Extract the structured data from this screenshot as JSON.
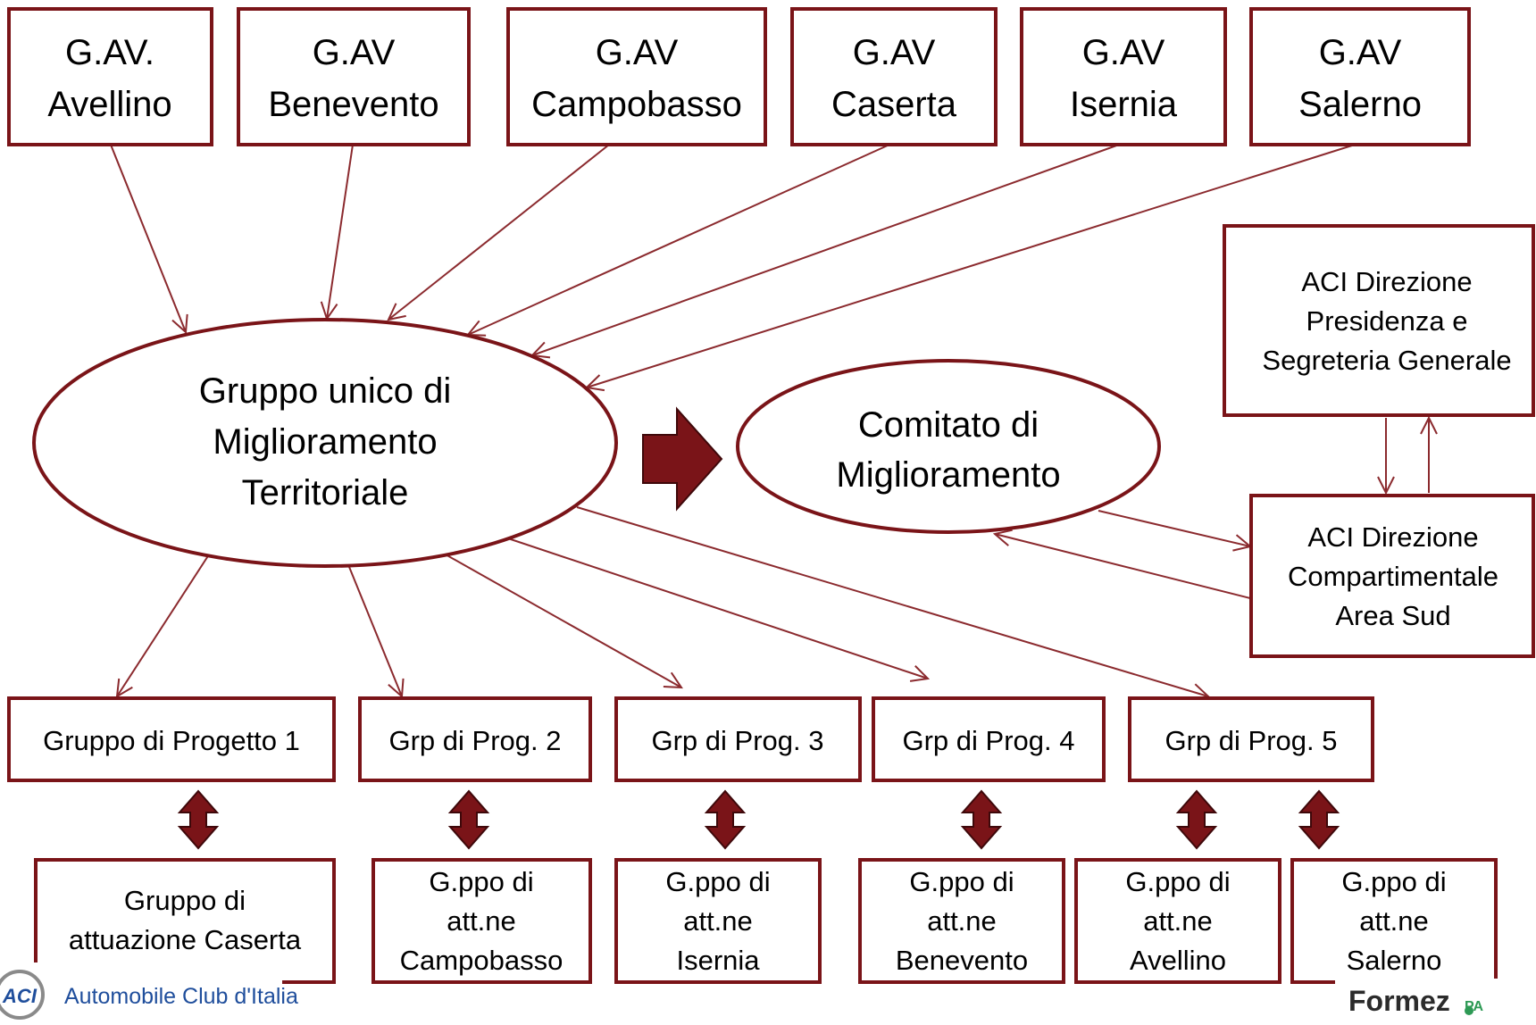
{
  "colors": {
    "accent": "#7a1418",
    "connector": "#8b2a2e",
    "logo_blue": "#1f4e9c",
    "formez_green": "#2e9a55"
  },
  "gav_boxes": [
    {
      "id": "avellino",
      "lines": [
        "G.AV.",
        "Avellino"
      ]
    },
    {
      "id": "benevento",
      "lines": [
        "G.AV",
        "Benevento"
      ]
    },
    {
      "id": "campobasso",
      "lines": [
        "G.AV",
        "Campobasso"
      ]
    },
    {
      "id": "caserta",
      "lines": [
        "G.AV",
        "Caserta"
      ]
    },
    {
      "id": "isernia",
      "lines": [
        "G.AV",
        "Isernia"
      ]
    },
    {
      "id": "salerno",
      "lines": [
        "G.AV",
        "Salerno"
      ]
    }
  ],
  "central": {
    "lines": [
      "Gruppo unico di",
      "Miglioramento",
      "Territoriale"
    ]
  },
  "comitato": {
    "lines": [
      "Comitato di",
      "Miglioramento"
    ]
  },
  "aci_presidenza": {
    "lines": [
      "ACI Direzione",
      "Presidenza e",
      "Segreteria Generale"
    ]
  },
  "aci_compartimentale": {
    "lines": [
      "ACI Direzione",
      "Compartimentale",
      "Area Sud"
    ]
  },
  "progetti": [
    {
      "id": "1",
      "label": "Gruppo di Progetto 1"
    },
    {
      "id": "2",
      "label": "Grp di Prog. 2"
    },
    {
      "id": "3",
      "label": "Grp di Prog. 3"
    },
    {
      "id": "4",
      "label": "Grp di Prog. 4"
    },
    {
      "id": "5",
      "label": "Grp di Prog. 5"
    }
  ],
  "attuazione": [
    {
      "id": "caserta",
      "lines": [
        "Gruppo di",
        "attuazione Caserta"
      ]
    },
    {
      "id": "campobasso",
      "lines": [
        "G.ppo di",
        "att.ne",
        "Campobasso"
      ]
    },
    {
      "id": "isernia",
      "lines": [
        "G.ppo di",
        "att.ne",
        "Isernia"
      ]
    },
    {
      "id": "benevento",
      "lines": [
        "G.ppo di",
        "att.ne",
        "Benevento"
      ]
    },
    {
      "id": "avellino",
      "lines": [
        "G.ppo di",
        "att.ne",
        "Avellino"
      ]
    },
    {
      "id": "salerno",
      "lines": [
        "G.ppo di",
        "att.ne",
        "Salerno"
      ]
    }
  ],
  "footer": {
    "aci_logo_text": "ACI",
    "aci_name": "Automobile Club d'Italia",
    "formez_main": "Formez",
    "formez_sub": "PA"
  }
}
